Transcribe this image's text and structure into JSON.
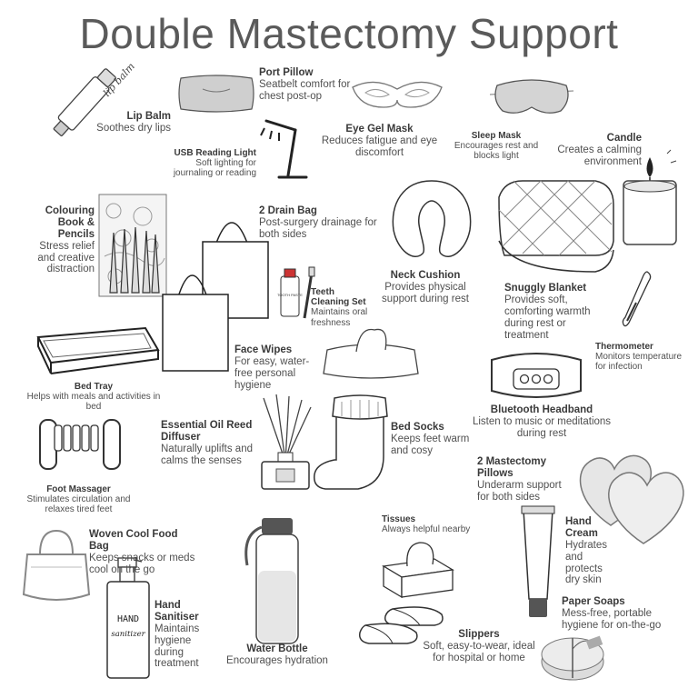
{
  "title": "Double Mastectomy Support",
  "items": {
    "lip_balm": {
      "name": "Lip Balm",
      "desc": "Soothes dry lips",
      "label_text": "lip balm"
    },
    "port_pillow": {
      "name": "Port Pillow",
      "desc": "Seatbelt comfort for chest post-op"
    },
    "eye_gel_mask": {
      "name": "Eye Gel Mask",
      "desc": "Reduces fatigue and eye discomfort"
    },
    "sleep_mask": {
      "name": "Sleep Mask",
      "desc": "Encourages rest and blocks light"
    },
    "candle": {
      "name": "Candle",
      "desc": "Creates a calming environment"
    },
    "usb_reading_light": {
      "name": "USB Reading Light",
      "desc": "Soft lighting for journaling or reading"
    },
    "colouring_book": {
      "name": "Colouring Book & Pencils",
      "desc": "Stress relief and creative distraction"
    },
    "drain_bag": {
      "name": "2 Drain Bag",
      "desc": "Post-surgery drainage for both sides"
    },
    "neck_cushion": {
      "name": "Neck Cushion",
      "desc": "Provides physical support during rest"
    },
    "snuggly_blanket": {
      "name": "Snuggly Blanket",
      "desc": "Provides soft, comforting warmth during rest or treatment"
    },
    "teeth_cleaning": {
      "name": "Teeth Cleaning Set",
      "desc": "Maintains oral freshness",
      "label_text": "TOOTH PASTE"
    },
    "thermometer": {
      "name": "Thermometer",
      "desc": "Monitors temperature for infection"
    },
    "bed_tray": {
      "name": "Bed Tray",
      "desc": "Helps with meals and activities in bed"
    },
    "face_wipes": {
      "name": "Face Wipes",
      "desc": "For easy, water-free personal hygiene"
    },
    "bluetooth_headband": {
      "name": "Bluetooth Headband",
      "desc": "Listen to music or meditations during rest"
    },
    "reed_diffuser": {
      "name": "Essential Oil Reed Diffuser",
      "desc": "Naturally uplifts and calms the senses"
    },
    "bed_socks": {
      "name": "Bed Socks",
      "desc": "Keeps feet warm and cosy"
    },
    "foot_massager": {
      "name": "Foot Massager",
      "desc": "Stimulates circulation and relaxes tired feet"
    },
    "mastectomy_pillows": {
      "name": "2 Mastectomy Pillows",
      "desc": "Underarm support for both sides"
    },
    "woven_food_bag": {
      "name": "Woven Cool Food Bag",
      "desc": "Keeps snacks or meds cool on the go"
    },
    "tissues": {
      "name": "Tissues",
      "desc": "Always helpful nearby"
    },
    "hand_cream": {
      "name": "Hand Cream",
      "desc": "Hydrates and protects dry skin"
    },
    "hand_sanitiser": {
      "name": "Hand Sanitiser",
      "desc": "Maintains hygiene during treatment",
      "label_line1": "HAND",
      "label_line2": "sanitizer"
    },
    "water_bottle": {
      "name": "Water Bottle",
      "desc": "Encourages hydration"
    },
    "paper_soaps": {
      "name": "Paper Soaps",
      "desc": "Mess-free, portable hygiene for on-the-go"
    },
    "slippers": {
      "name": "Slippers",
      "desc": "Soft, easy-to-wear, ideal for hospital or home"
    }
  },
  "icons": {
    "lip_balm": "lip-balm-tube-icon",
    "port_pillow": "pillow-icon",
    "eye_gel_mask": "eye-mask-icon",
    "sleep_mask": "sleep-mask-icon",
    "candle": "candle-jar-icon",
    "usb_reading_light": "desk-lamp-icon",
    "colouring_book": "colouring-book-pencils-icon",
    "drain_bag": "tote-bags-icon",
    "neck_cushion": "neck-pillow-icon",
    "snuggly_blanket": "quilted-blanket-icon",
    "teeth_cleaning": "toothpaste-brush-icon",
    "thermometer": "thermometer-icon",
    "bed_tray": "tray-icon",
    "face_wipes": "wipes-pack-icon",
    "bluetooth_headband": "headband-icon",
    "reed_diffuser": "reed-diffuser-icon",
    "bed_socks": "sock-icon",
    "foot_massager": "roller-massager-icon",
    "mastectomy_pillows": "heart-pillows-icon",
    "woven_food_bag": "woven-bag-icon",
    "tissues": "tissue-box-icon",
    "hand_cream": "cream-tube-icon",
    "hand_sanitiser": "sanitiser-bottle-icon",
    "water_bottle": "water-bottle-icon",
    "paper_soaps": "soap-bundle-icon",
    "slippers": "slippers-icon"
  },
  "colors": {
    "ink": "#333333",
    "fill_light": "#e6e6e6",
    "title": "#5a5a5a"
  }
}
